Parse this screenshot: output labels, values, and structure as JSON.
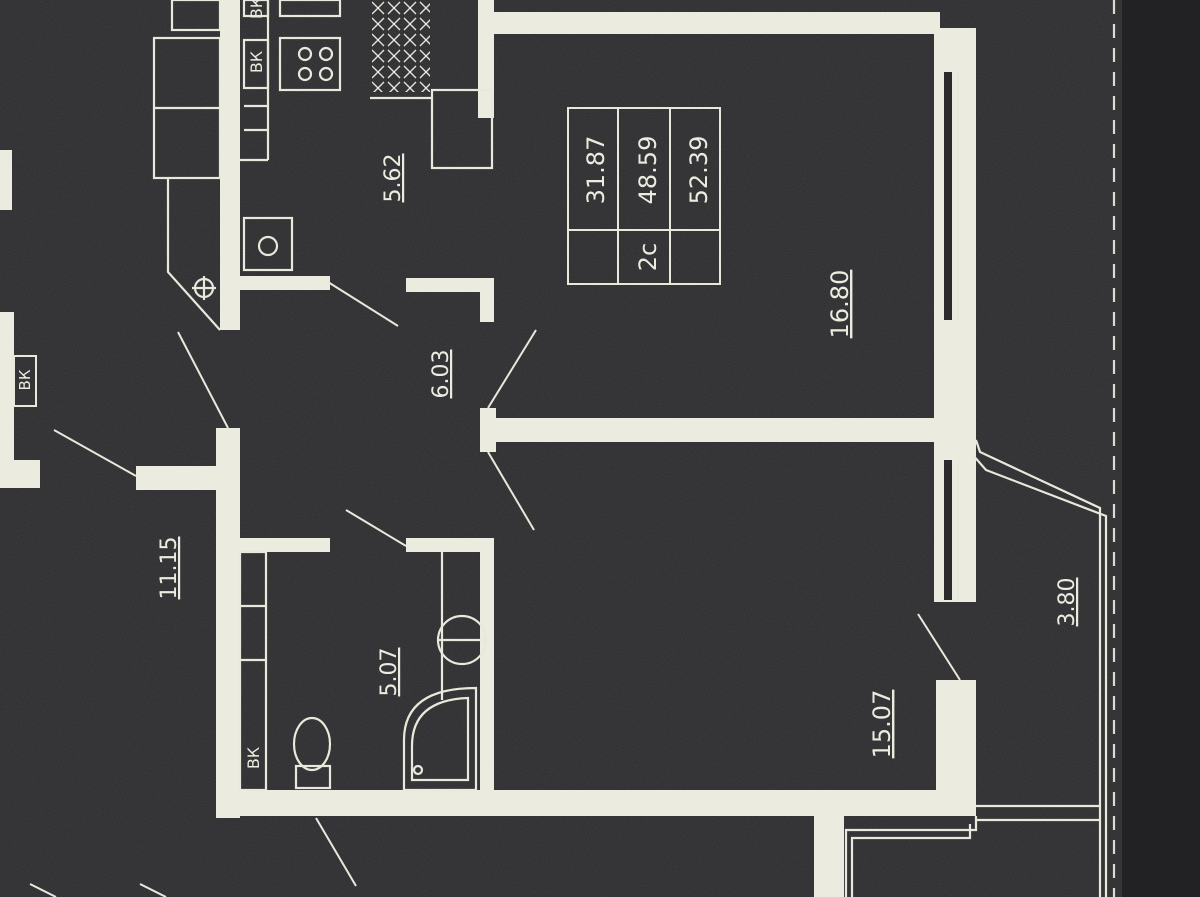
{
  "rooms": {
    "kitchen": "5.62",
    "hall": "6.03",
    "living": "16.80",
    "bedroom": "15.07",
    "bathroom": "5.07",
    "corridor": "11.15",
    "balcony": "3.80"
  },
  "legend": {
    "living_area": "31.87",
    "total_area": "48.59",
    "total_with_balcony": "52.39",
    "rooms_code": "2с"
  },
  "labels": {
    "shaft": "ВК"
  },
  "colors": {
    "background": "#2b2b2d",
    "lines": "#ecebe0"
  }
}
